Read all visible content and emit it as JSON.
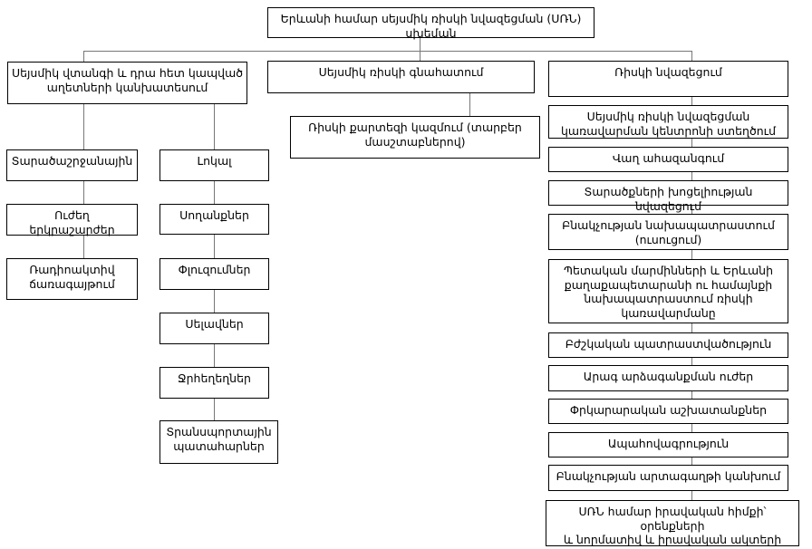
{
  "diagram": {
    "title": "Երևանի համար սեյսմիկ ռիսկի նվազեցման (ՍՌՆ)\nսխեման",
    "forecast": {
      "header": "Սեյսմիկ վտանգի և դրա հետ կապված\nաղետների կանխատեսում",
      "regional": {
        "header": "Տարածաշրջանային",
        "items": [
          "Ուժեղ\nերկրաշարժեր",
          "Ռադիոակտիվ\nճառագայթում"
        ]
      },
      "local": {
        "header": "Լոկալ",
        "items": [
          "Սողանքներ",
          "Փլուզումներ",
          "Սելավներ",
          "Ջրհեղեղներ",
          "Տրանսպորտային\nպատահարներ"
        ]
      }
    },
    "assessment": {
      "header": "Սեյսմիկ ռիսկի գնահատում",
      "risk_map": "Ռիսկի քարտեզի կազմում (տարբեր\nմասշտաբներով)"
    },
    "reduction": {
      "header": "Ռիսկի նվազեցում",
      "items": [
        "Սեյսմիկ ռիսկի նվազեցման\nկառավարման կենտրոնի ստեղծում",
        "Վաղ ահազանգում",
        "Տարածքների խոցելիության նվազեցում",
        "Բնակչության նախապատրաստում\n(ուսուցում)",
        "Պետական մարմինների և Երևանի\nքաղաքապետարանի ու համայնքի\nնախապատրաստում ռիսկի\nկառավարմանը",
        "Բժշկական պատրաստվածություն",
        "Արագ արձագանքման ուժեր",
        "Փրկարարական աշխատանքներ",
        "Ապահովագրություն",
        "Բնակչության արտագաղթի կանխում",
        "ՍՌՆ համար իրավական հիմքի՝ օրենքների\nև նորմատիվ և իրավական ակտերի\nստեղծում"
      ]
    }
  },
  "colors": {
    "background": "#ffffff",
    "box_fill": "#ffffff",
    "box_border": "#000000",
    "text": "#000000",
    "connector": "#777777"
  }
}
